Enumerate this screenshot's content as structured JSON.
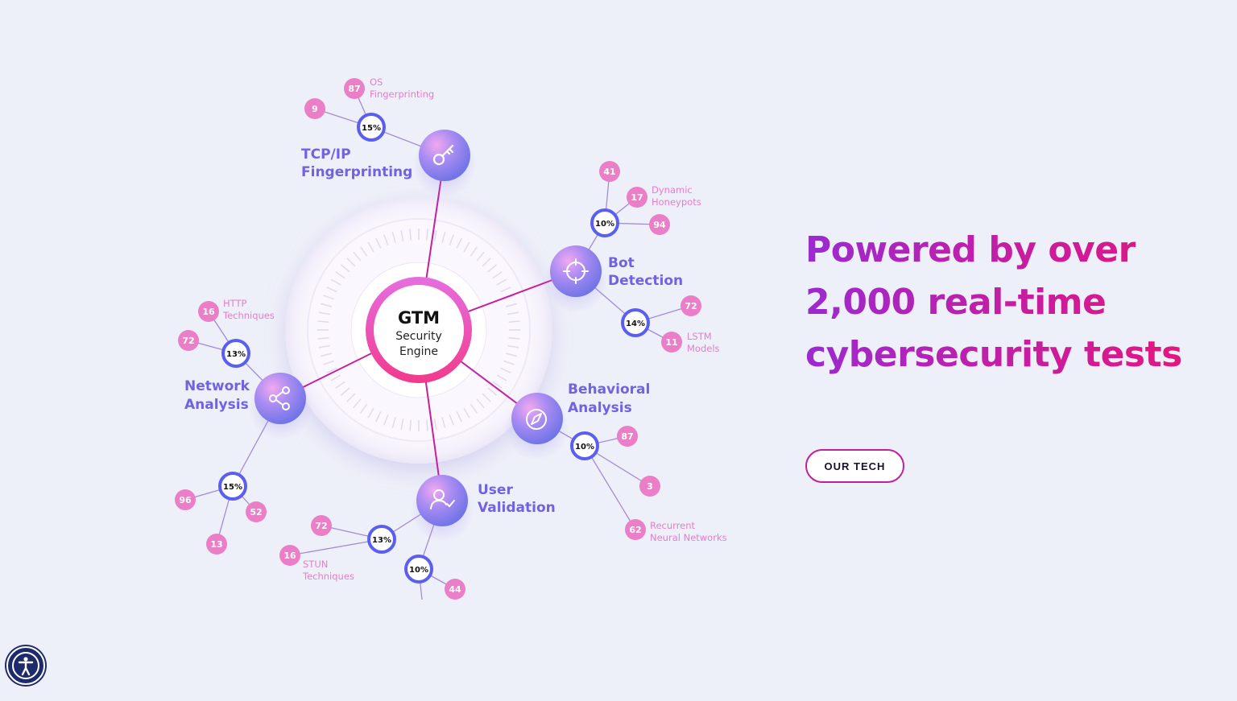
{
  "hero": {
    "headline": "Powered by over 2,000 real-time cybersecurity tests",
    "cta_label": "OUR TECH"
  },
  "diagram": {
    "center": {
      "line1": "GTM",
      "line2": "Security",
      "line3": "Engine"
    },
    "categories": [
      {
        "id": "tcp",
        "label": [
          "TCP/IP",
          "Fingerprinting"
        ],
        "icon": "key-icon"
      },
      {
        "id": "bot",
        "label": [
          "Bot",
          "Detection"
        ],
        "icon": "crosshair-icon"
      },
      {
        "id": "behavior",
        "label": [
          "Behavioral",
          "Analysis"
        ],
        "icon": "compass-icon"
      },
      {
        "id": "user",
        "label": [
          "User",
          "Validation"
        ],
        "icon": "user-check-icon"
      },
      {
        "id": "network",
        "label": [
          "Network",
          "Analysis"
        ],
        "icon": "share-icon"
      }
    ],
    "percent_nodes": [
      "15%",
      "10%",
      "14%",
      "10%",
      "13%",
      "10%",
      "13%",
      "15%"
    ],
    "value_nodes": [
      "87",
      "9",
      "41",
      "17",
      "94",
      "72",
      "11",
      "87",
      "3",
      "62",
      "72",
      "16",
      "44",
      "16",
      "72",
      "96",
      "52",
      "13"
    ],
    "leaf_labels": [
      [
        "OS",
        "Fingerprinting"
      ],
      [
        "Dynamic",
        "Honeypots"
      ],
      [
        "LSTM",
        "Models"
      ],
      [
        "Recurrent",
        "Neural Networks"
      ],
      [
        "STUN",
        "Techniques"
      ],
      [
        "HTTP",
        "Techniques"
      ]
    ]
  },
  "colors": {
    "accent_purple": "#7b6cf0",
    "accent_pink": "#e8157a",
    "value_pink": "#ea7fc8",
    "label_purple": "#6f63e0"
  },
  "accessibility": {
    "icon": "accessibility-icon"
  }
}
